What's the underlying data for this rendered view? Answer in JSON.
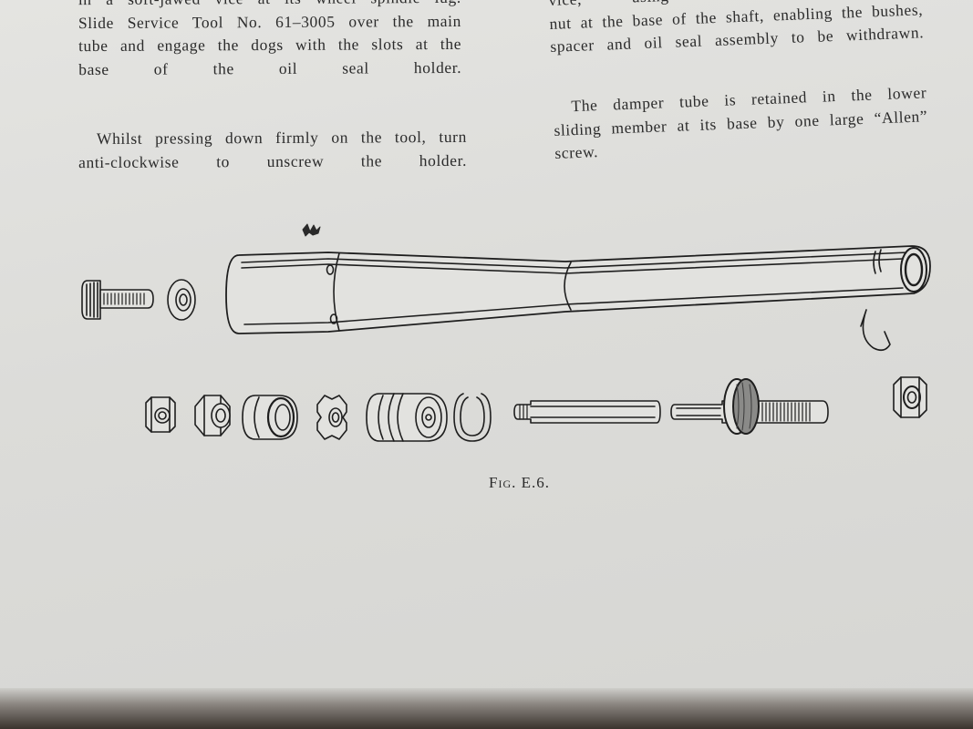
{
  "left_column": {
    "paragraph1": [
      "in a soft-jawed vice at its wheel spindle lug.",
      "Slide Service Tool No. 61–3005 over the main",
      "tube and engage the dogs with the slots at the",
      "base of the oil seal holder."
    ],
    "paragraph2": [
      "Whilst pressing down firmly on the tool, turn",
      "anti-clockwise to unscrew the holder."
    ]
  },
  "right_column": {
    "paragraph1": [
      "vice, using soft clamps, and",
      "nut at the base of the shaft, enabling the bushes,",
      "spacer and oil seal assembly to be withdrawn."
    ],
    "paragraph2": [
      "The damper tube is retained in the lower",
      "sliding member at its base by one large “Allen”",
      "screw."
    ]
  },
  "figure": {
    "caption": "Fig. E.6.",
    "line_color": "#1e1e1e",
    "paper_color": "#e2e2df"
  }
}
